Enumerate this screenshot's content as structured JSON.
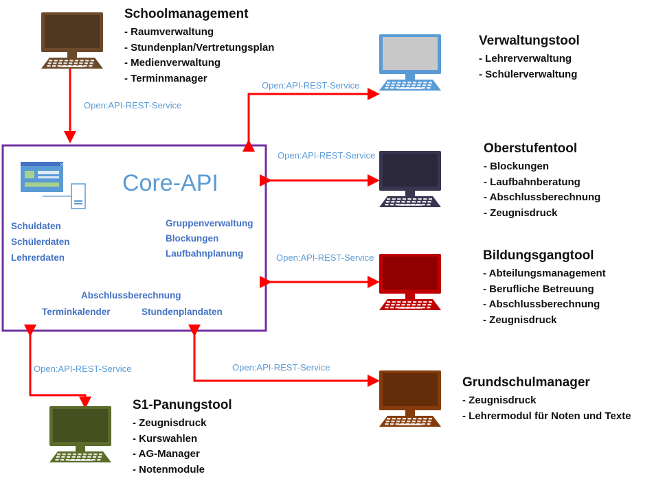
{
  "core": {
    "title": "Core-API",
    "left_items": [
      "Schuldaten",
      "Schülerdaten",
      "Lehrerdaten"
    ],
    "right_items": [
      "Gruppenverwaltung",
      "Blockungen",
      "Laufbahnplanung"
    ],
    "bottom_center": "Abschlussberechnung",
    "bottom_left": "Terminkalender",
    "bottom_right": "Stundenplandaten",
    "border_color": "#7030a0"
  },
  "connection_label": "Open:API-REST-Service",
  "arrow_color": "#ff0000",
  "tools": [
    {
      "id": "schoolmanagement",
      "title": "Schoolmanagement",
      "items": [
        "Raumverwaltung",
        "Stundenplan/Vertretungsplan",
        "Medienverwaltung",
        "Terminmanager"
      ],
      "monitor_color": "#6b4a2b",
      "icon": "computer-icon"
    },
    {
      "id": "verwaltungstool",
      "title": "Verwaltungstool",
      "items": [
        "Lehrerverwaltung",
        "Schülerverwaltung"
      ],
      "monitor_color": "#5b9bd5",
      "icon": "computer-icon"
    },
    {
      "id": "oberstufentool",
      "title": "Oberstufentool",
      "items": [
        "Blockungen",
        "Laufbahnberatung",
        "Abschlussberechnung",
        "Zeugnisdruck"
      ],
      "monitor_color": "#3a3550",
      "icon": "computer-icon"
    },
    {
      "id": "bildungsgangtool",
      "title": "Bildungsgangtool",
      "items": [
        "Abteilungsmanagement",
        "Berufliche Betreuung",
        "Abschlussberechnung",
        "Zeugnisdruck"
      ],
      "monitor_color": "#c00000",
      "icon": "computer-icon"
    },
    {
      "id": "grundschulmanager",
      "title": "Grundschulmanager",
      "items": [
        "Zeugnisdruck",
        "Lehrermodul für Noten und Texte"
      ],
      "monitor_color": "#843c0c",
      "icon": "computer-icon"
    },
    {
      "id": "s1-panungstool",
      "title": "S1-Panungstool",
      "items": [
        "Zeugnisdruck",
        "Kurswahlen",
        "AG-Manager",
        "Notenmodule"
      ],
      "monitor_color": "#5a6b2a",
      "icon": "computer-icon"
    }
  ]
}
